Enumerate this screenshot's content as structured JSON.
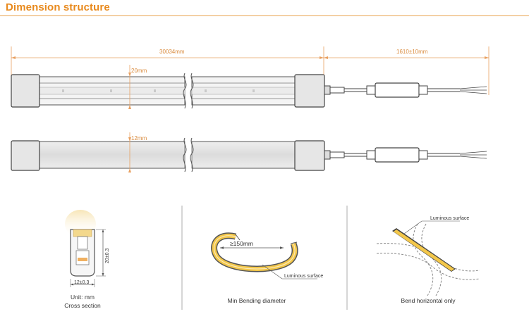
{
  "title": "Dimension structure",
  "dims": {
    "total_length": "30034mm",
    "cable_length": "1610±10mm",
    "height": "20mm",
    "width": "12mm"
  },
  "cross_section": {
    "width_label": "12±0.3",
    "height_label": "20±0.3",
    "unit": "Unit: mm",
    "caption": "Cross section"
  },
  "bending": {
    "diameter_label": "≥150mm",
    "surface_label": "Luminous surface",
    "caption": "Min Bending diameter"
  },
  "horizontal": {
    "surface_label": "Luminous surface",
    "caption": "Bend horizontal only"
  },
  "colors": {
    "accent": "#e8891c",
    "dim_line": "#e8a060",
    "outline": "#4a4a4a",
    "glow": "#f2d9a0"
  }
}
